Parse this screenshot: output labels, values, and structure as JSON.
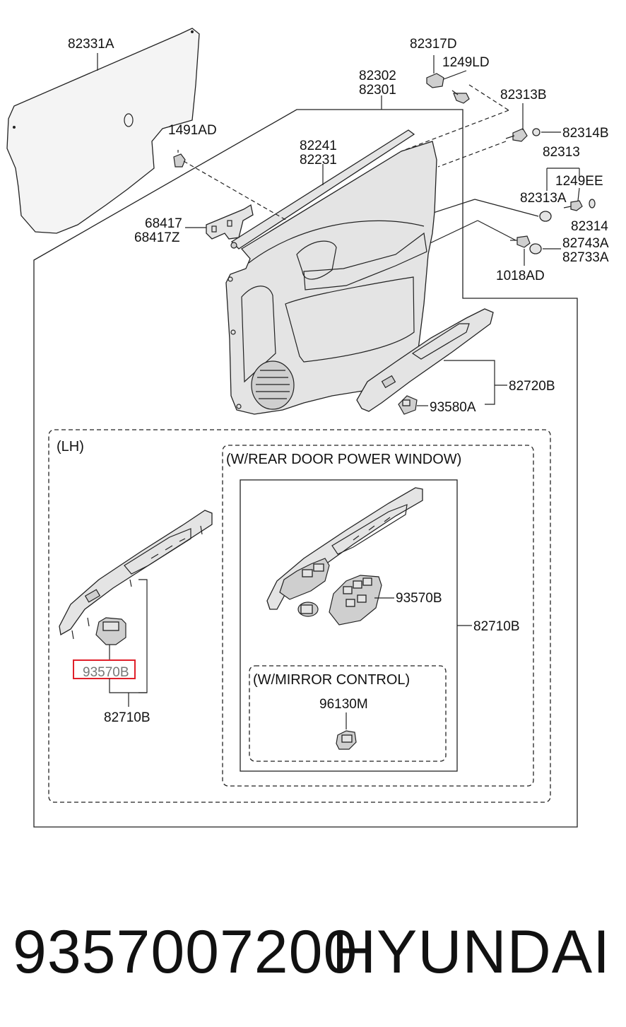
{
  "labels": {
    "p82331A": "82331A",
    "p82317D": "82317D",
    "p1249LD": "1249LD",
    "p82302": "82302",
    "p82301": "82301",
    "p82313B": "82313B",
    "p1491AD": "1491AD",
    "p82314B": "82314B",
    "p82241": "82241",
    "p82231": "82231",
    "p82313": "82313",
    "p1249EE": "1249EE",
    "p82313A": "82313A",
    "p68417": "68417",
    "p68417Z": "68417Z",
    "p82314": "82314",
    "p82743A": "82743A",
    "p82733A": "82733A",
    "p1018AD": "1018AD",
    "p82720B": "82720B",
    "p93580A": "93580A",
    "p93570B_main": "93570B",
    "p82710B_main": "82710B",
    "p93570B_lh": "93570B",
    "p82710B_lh": "82710B",
    "p96130M": "96130M"
  },
  "groups": {
    "lh": "(LH)",
    "rear_power_window": "(W/REAR DOOR POWER WINDOW)",
    "mirror_control": "(W/MIRROR CONTROL)"
  },
  "footer": {
    "part_number": "9357007200",
    "brand": "HYUNDAI"
  },
  "highlight_color": "#e0202a"
}
